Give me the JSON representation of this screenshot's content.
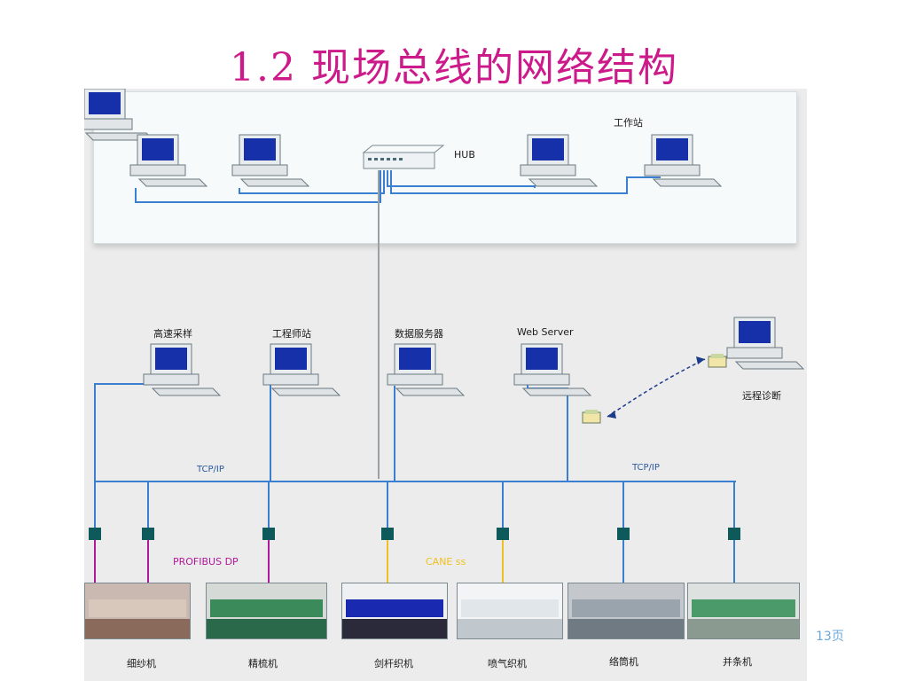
{
  "slide": {
    "title": "1.2   现场总线的网络结构",
    "page_number": "13页"
  },
  "diagram": {
    "workstation_label": "工作站",
    "hub_label": "HUB",
    "mid_nodes": [
      "高速采样",
      "工程师站",
      "数据服务器",
      "Web Server"
    ],
    "remote_label": "远程诊断",
    "tcpip_left": "TCP/IP",
    "tcpip_right": "TCP/IP",
    "profibus_label": "PROFIBUS DP",
    "can_label": "CANE ss",
    "machines": [
      "细纱机",
      "精梳机",
      "剑杆织机",
      "喷气织机",
      "络筒机",
      "并条机"
    ],
    "colors": {
      "title": "#cc1a8a",
      "network_line": "#3a7fd0",
      "node_box": "#0e5a5a",
      "profibus": "#b0189a",
      "can": "#f0c020"
    }
  }
}
